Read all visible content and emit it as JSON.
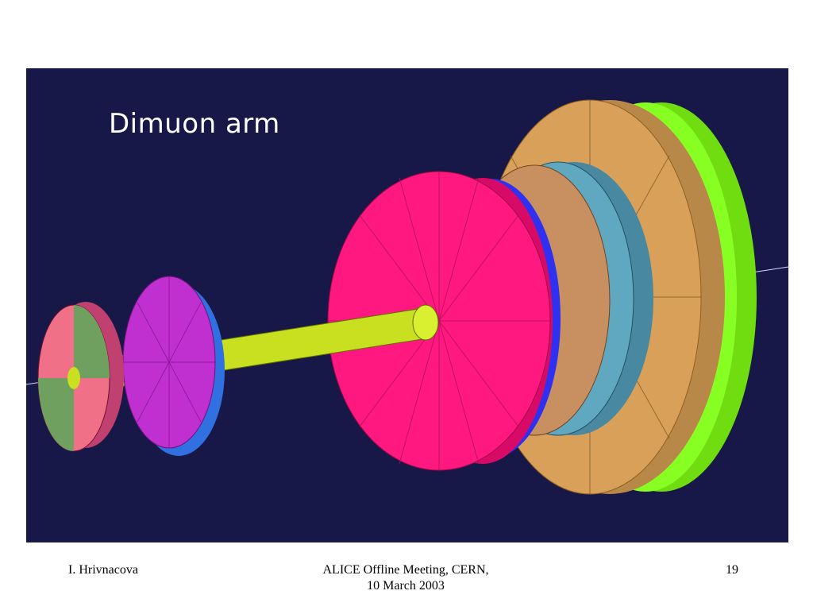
{
  "slide": {
    "image_title": "Dimuon arm",
    "footer": {
      "author": "I. Hrivnacova",
      "event_line1": "ALICE Offline Meeting, CERN,",
      "event_line2": "10 March 2003",
      "page_number": "19"
    }
  },
  "colors": {
    "background": "#181848",
    "absorber_green": "#88ff22",
    "tan_disc": "#d8a058",
    "teal_disc": "#60a8c0",
    "pink_disc": "#ff1880",
    "beam_pipe": "#c8e020",
    "magenta_disc": "#c030d0",
    "small_disc": "#f07088"
  }
}
